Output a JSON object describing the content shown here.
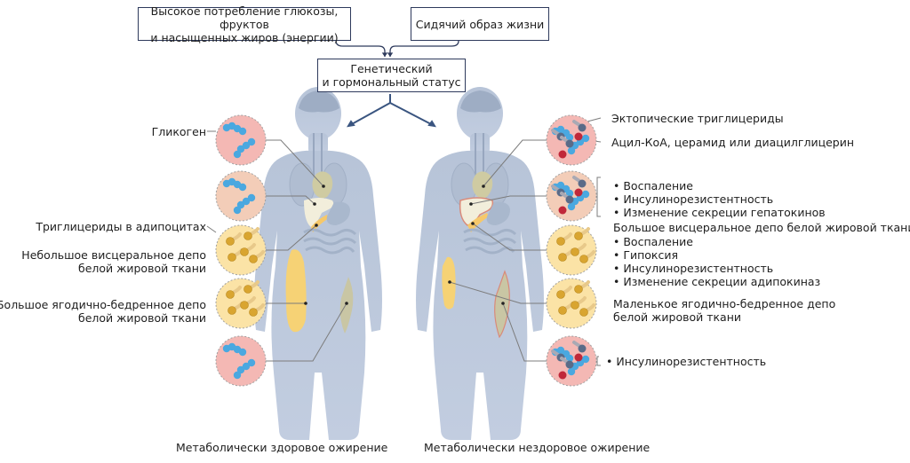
{
  "top_boxes": {
    "diet": {
      "line1": "Высокое потребление глюкозы, фруктов",
      "line2": "и насыщенных жиров (энергии)"
    },
    "sedentary": {
      "text": "Сидячий образ жизни"
    },
    "genetic": {
      "line1": "Генетический",
      "line2": "и гормональный статус"
    }
  },
  "left": {
    "caption": "Метаболически здоровое ожирение",
    "labels": {
      "glycogen": "Гликоген",
      "tg_adipocytes": "Триглицериды в адипоцитах",
      "small_visceral_1": "Небольшое висцеральное депо",
      "small_visceral_2": "белой жировой ткани",
      "large_gluteo_1": "Большое ягодично-бедренное депо",
      "large_gluteo_2": "белой жировой ткани"
    },
    "circles": [
      {
        "type": "glycogen",
        "fill": "#f4b8b4"
      },
      {
        "type": "glycogen",
        "fill": "#f3cdb8"
      },
      {
        "type": "adipocyte",
        "fill": "#fbe3a6"
      },
      {
        "type": "adipocyte",
        "fill": "#fbe3a6"
      },
      {
        "type": "glycogen",
        "fill": "#f4b8b4"
      }
    ]
  },
  "right": {
    "caption": "Метаболически нездоровое ожирение",
    "labels": {
      "ectopic_tg": "Эктопические триглицериды",
      "acyl": "Ацил-КоА, церамид или диацилглицерин",
      "liver_bullets": [
        "Воспаление",
        "Инсулинорезистентность",
        "Изменение секреции гепатокинов"
      ],
      "large_visceral": "Большое висцеральное депо белой жировой ткани",
      "visceral_bullets": [
        "Воспаление",
        "Гипоксия",
        "Инсулинорезистентность",
        "Изменение секреции адипокиназ"
      ],
      "small_gluteo_1": "Маленькое ягодично-бедренное депо",
      "small_gluteo_2": "белой жировой ткани",
      "muscle": "Инсулинорезистентность"
    },
    "circles": [
      {
        "type": "mixed",
        "fill": "#f4b8b4"
      },
      {
        "type": "mixed",
        "fill": "#f3cdb8"
      },
      {
        "type": "adipocyte",
        "fill": "#fbe3a6"
      },
      {
        "type": "adipocyte",
        "fill": "#fbe3a6"
      },
      {
        "type": "mixed",
        "fill": "#f4b8b4"
      }
    ]
  },
  "colors": {
    "body": "#b9c6d9",
    "box_border": "#2e3a5c",
    "glycogen_bead": "#4aa8e0",
    "fat_bead": "#d9a530",
    "ectopic_bead": "#5a6b88",
    "ceramide_bead": "#c0283a",
    "fat_depot": "#f6d275",
    "muscle": "#c9c6a4",
    "liver": "#f3efd9"
  }
}
